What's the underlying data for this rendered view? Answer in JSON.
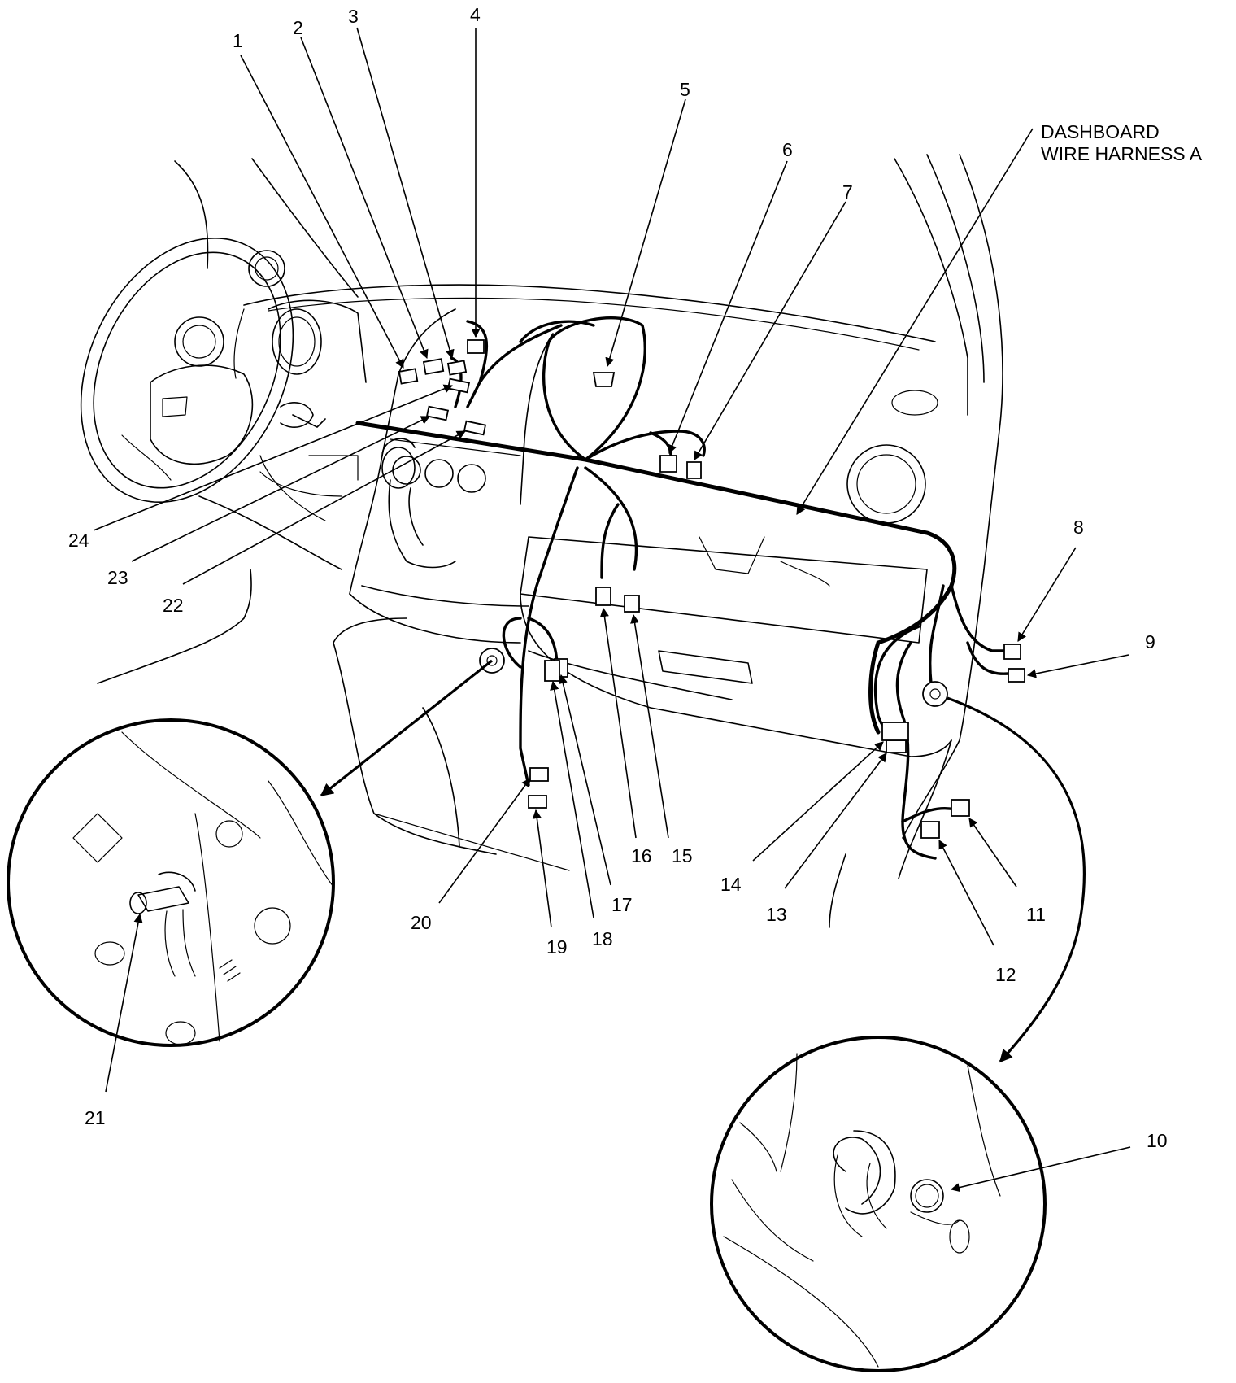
{
  "harness_label": {
    "line1": "DASHBOARD",
    "line2": "WIRE HARNESS A"
  },
  "callouts": {
    "n1": "1",
    "n2": "2",
    "n3": "3",
    "n4": "4",
    "n5": "5",
    "n6": "6",
    "n7": "7",
    "n8": "8",
    "n9": "9",
    "n10": "10",
    "n11": "11",
    "n12": "12",
    "n13": "13",
    "n14": "14",
    "n15": "15",
    "n16": "16",
    "n17": "17",
    "n18": "18",
    "n19": "19",
    "n20": "20",
    "n21": "21",
    "n22": "22",
    "n23": "23",
    "n24": "24"
  }
}
